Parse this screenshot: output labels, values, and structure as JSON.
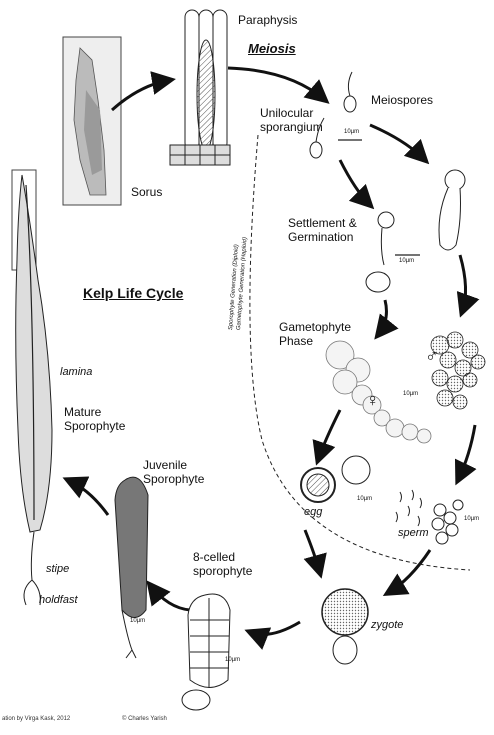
{
  "labels": {
    "paraphysis": "Paraphysis",
    "meiosis": "Meiosis",
    "unilocular_1": "Unilocular",
    "unilocular_2": "sporangium",
    "meiospores": "Meiospores",
    "sorus": "Sorus",
    "settlement_1": "Settlement &",
    "settlement_2": "Germination",
    "gametophyte_1": "Gametophyte",
    "gametophyte_2": "Phase",
    "kelp_life_cycle": "Kelp Life Cycle",
    "lamina": "lamina",
    "mature_1": "Mature",
    "mature_2": "Sporophyte",
    "juvenile_1": "Juvenile",
    "juvenile_2": "Sporophyte",
    "egg": "egg",
    "sperm": "sperm",
    "eight_celled_1": "8-celled",
    "eight_celled_2": "sporophyte",
    "zygote": "zygote",
    "stipe": "stipe",
    "holdfast": "holdfast",
    "female_symbol": "♀",
    "male_symbol": "♂"
  },
  "generation_divider": {
    "line1": "Sporophyte Generation (Diploid)",
    "line2": "Gametophyte Generation (Haploid)"
  },
  "scale_bars": [
    "10µm",
    "10µm",
    "10µm",
    "10µm",
    "10µm",
    "10µm",
    "10µm"
  ],
  "credits": {
    "left": "ation by Virga Kask, 2012",
    "right": "© Charles Yarish"
  }
}
